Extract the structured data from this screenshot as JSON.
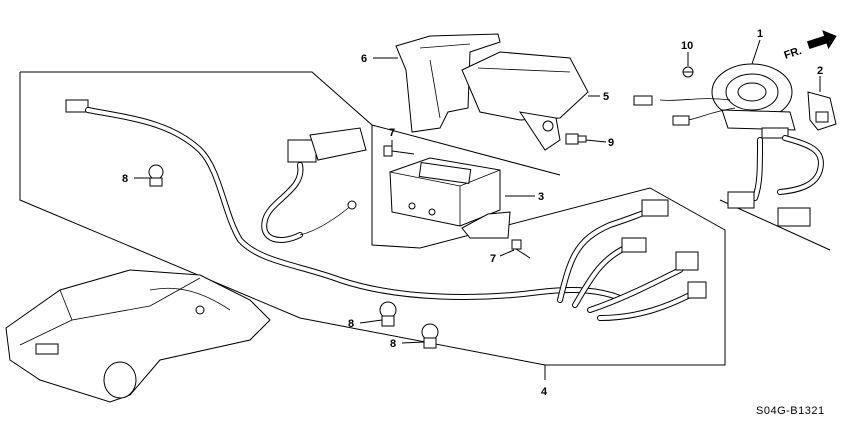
{
  "diagram": {
    "callouts": {
      "c1": "1",
      "c2": "2",
      "c3": "3",
      "c4": "4",
      "c5": "5",
      "c6": "6",
      "c7a": "7",
      "c7b": "7",
      "c8a": "8",
      "c8b": "8",
      "c8c": "8",
      "c9": "9",
      "c10": "10"
    },
    "front_arrow": "FR.",
    "diagram_code": "S04G-B1321"
  }
}
